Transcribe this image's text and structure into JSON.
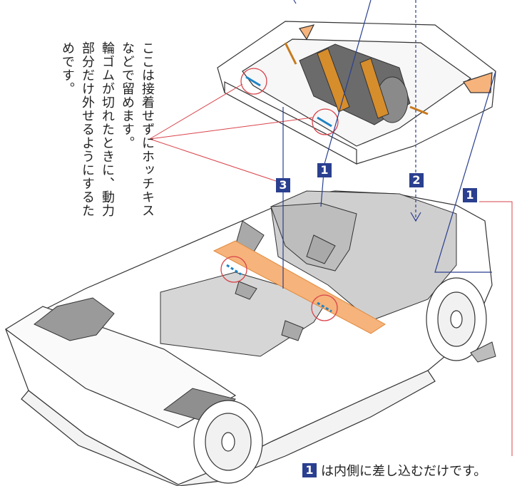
{
  "annotation_left": {
    "lines": [
      "ここは接着せずにホッチキス",
      "などで留めます。",
      "輪ゴムが切れたときに、動力",
      "部分だけ外せるようにするた",
      "めです。"
    ]
  },
  "markers": {
    "one": "1",
    "two": "2",
    "three": "3"
  },
  "bottom_note": {
    "number": "1",
    "text": "は内側に差し込むだけです。"
  },
  "colors": {
    "marker_bg": "#2a3f8f",
    "guide_line_blue": "#2a3f8f",
    "guide_line_red": "#d9434a",
    "glue_tab_orange": "#f6b37b",
    "interior_gray": "#cfcfcf",
    "motor_gray": "#6b6b6b",
    "rubber_band": "#d68d2c",
    "glue_mark_blue": "#1f83c4"
  }
}
